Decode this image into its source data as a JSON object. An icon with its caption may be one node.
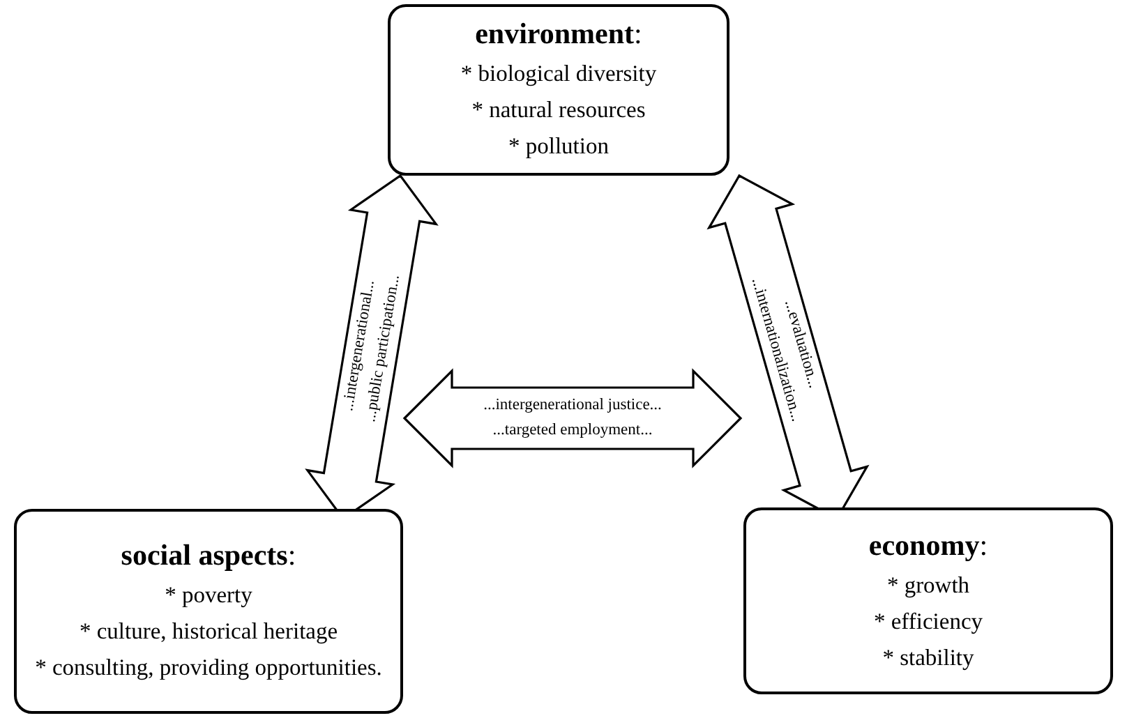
{
  "diagram": {
    "nodes": [
      {
        "text": [
          "**environment**:",
          "* biological diversity",
          "* natural resources",
          "* pollution"
        ]
      },
      {
        "text": [
          "**social aspects**:",
          "* poverty",
          "* culture, historical heritage",
          "* consulting, providing opportunities."
        ]
      },
      {
        "text": [
          "**economy**:",
          "* growth",
          "* efficiency",
          "* stability"
        ]
      }
    ],
    "edges": [
      {
        "from": 1,
        "to": 0,
        "arrow": "both",
        "label": "...intergenerational..."
      },
      {
        "from": 0,
        "to": 2,
        "arrow": "both",
        "label": "...evaluation..."
      },
      {
        "from": 1,
        "to": 2,
        "arrow": "both",
        "label": "...intergenerational justice..."
      }
    ],
    "labels": [
      "...public participation...",
      "...internationalization...",
      "...targeted employment..."
    ]
  }
}
